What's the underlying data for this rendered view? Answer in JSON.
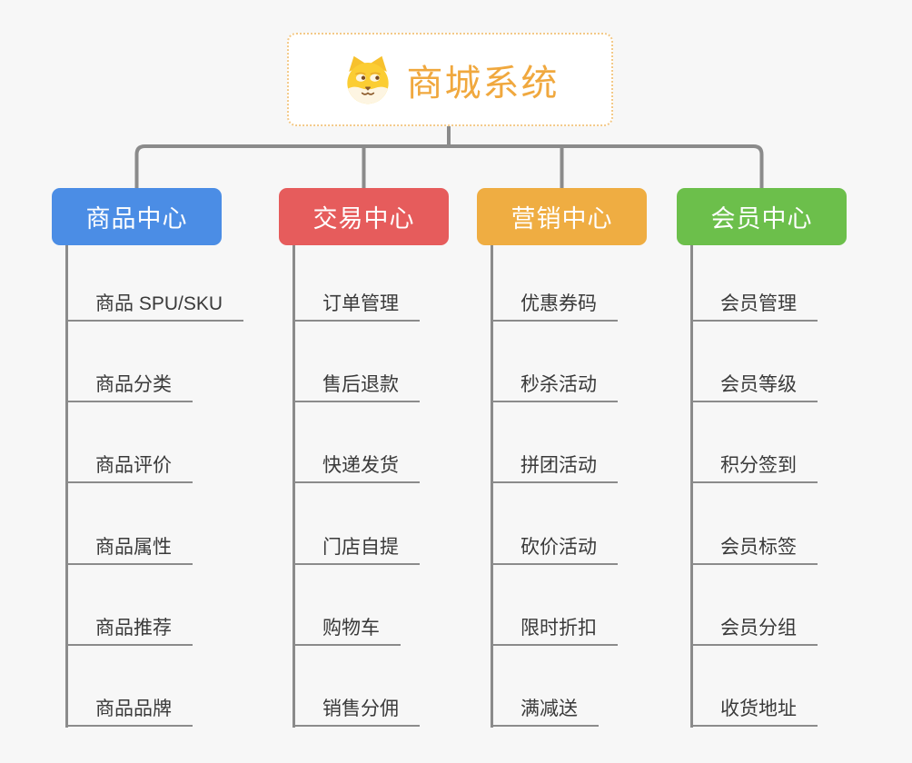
{
  "root": {
    "title": "商城系统",
    "icon": "shiba-dog-icon",
    "accent_color": "#f0a83e",
    "border_color": "#f3c988",
    "background": "#ffffff"
  },
  "canvas": {
    "background_color": "#f7f7f7",
    "connector_color": "#8b8b8b",
    "leaf_text_color": "#3a3a3a"
  },
  "branches": [
    {
      "label": "商品中心",
      "color": "#4b8de5",
      "leaves": [
        "商品 SPU/SKU",
        "商品分类",
        "商品评价",
        "商品属性",
        "商品推荐",
        "商品品牌"
      ]
    },
    {
      "label": "交易中心",
      "color": "#e65c5c",
      "leaves": [
        "订单管理",
        "售后退款",
        "快递发货",
        "门店自提",
        "购物车",
        "销售分佣"
      ]
    },
    {
      "label": "营销中心",
      "color": "#efad42",
      "leaves": [
        "优惠券码",
        "秒杀活动",
        "拼团活动",
        "砍价活动",
        "限时折扣",
        "满减送"
      ]
    },
    {
      "label": "会员中心",
      "color": "#6cbf4b",
      "leaves": [
        "会员管理",
        "会员等级",
        "积分签到",
        "会员标签",
        "会员分组",
        "收货地址"
      ]
    }
  ]
}
